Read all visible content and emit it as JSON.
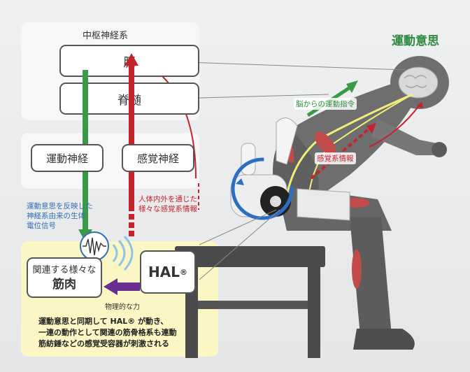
{
  "cns": {
    "title": "中枢神経系",
    "brain": "脳",
    "spinal_cord": "脊髄"
  },
  "nerves": {
    "motor": "運動神経",
    "sensory": "感覚神経"
  },
  "muscle_box": {
    "line1": "関連する様々な",
    "line2": "筋肉"
  },
  "hal_box": {
    "label": "HAL",
    "mark": "®"
  },
  "intention": "運動意思",
  "motor_command": "脳からの運動指令",
  "sensory_info": "感覚系情報",
  "left_note": [
    "運動意思を反映した",
    "神経系由来の生体",
    "電位信号"
  ],
  "right_note": [
    "人体内外を通じた",
    "様々な感覚系情報"
  ],
  "force_label": "物理的な力",
  "bottom_note": [
    "運動意思と同期して HAL® が動き、",
    "一連の動作として関連の筋骨格系も連動",
    "筋紡錘などの感覚受容器が刺激される"
  ],
  "colors": {
    "motor_green": "#3a9a47",
    "sensory_red": "#c4242b",
    "force_purple": "#6a2d92",
    "note_blue": "#2f6fb3",
    "title_green": "#2e8b3e"
  }
}
